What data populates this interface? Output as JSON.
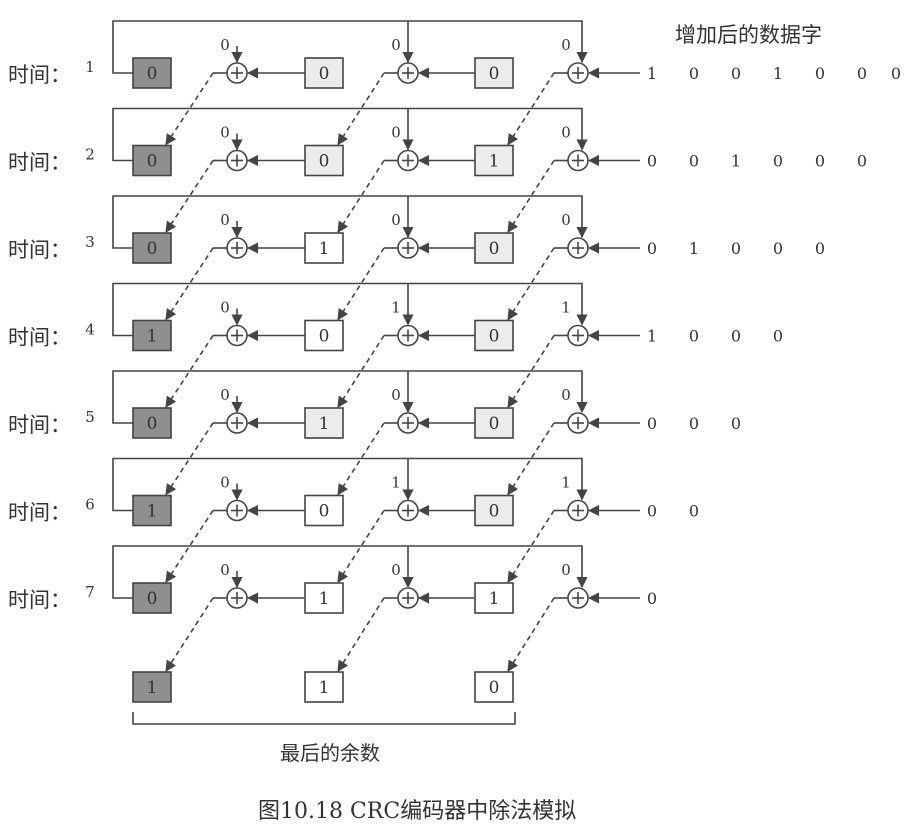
{
  "title_stream": "增加后的数据字",
  "step_label": "时间：",
  "remainder_label": "最后的余数",
  "caption": "图10.18   CRC编码器中除法模拟",
  "colors": {
    "shaded": "#8f8f8f",
    "light": "#ececec",
    "white": "#ffffff",
    "line": "#444444"
  },
  "steps": [
    {
      "num": "1",
      "cells": [
        {
          "v": "0",
          "s": "shaded"
        },
        {
          "v": "0",
          "s": "light"
        },
        {
          "v": "0",
          "s": "light"
        }
      ],
      "feed": [
        "0",
        "0",
        "0"
      ],
      "stream": [
        "1",
        "0",
        "0",
        "1",
        "0",
        "0",
        "0"
      ]
    },
    {
      "num": "2",
      "cells": [
        {
          "v": "0",
          "s": "shaded"
        },
        {
          "v": "0",
          "s": "light"
        },
        {
          "v": "1",
          "s": "light"
        }
      ],
      "feed": [
        "0",
        "0",
        "0"
      ],
      "stream": [
        "0",
        "0",
        "1",
        "0",
        "0",
        "0"
      ]
    },
    {
      "num": "3",
      "cells": [
        {
          "v": "0",
          "s": "shaded"
        },
        {
          "v": "1",
          "s": "white"
        },
        {
          "v": "0",
          "s": "light"
        }
      ],
      "feed": [
        "0",
        "0",
        "0"
      ],
      "stream": [
        "0",
        "1",
        "0",
        "0",
        "0"
      ]
    },
    {
      "num": "4",
      "cells": [
        {
          "v": "1",
          "s": "shaded"
        },
        {
          "v": "0",
          "s": "white"
        },
        {
          "v": "0",
          "s": "light"
        }
      ],
      "feed": [
        "0",
        "1",
        "1"
      ],
      "stream": [
        "1",
        "0",
        "0",
        "0"
      ]
    },
    {
      "num": "5",
      "cells": [
        {
          "v": "0",
          "s": "shaded"
        },
        {
          "v": "1",
          "s": "light"
        },
        {
          "v": "0",
          "s": "light"
        }
      ],
      "feed": [
        "0",
        "0",
        "0"
      ],
      "stream": [
        "0",
        "0",
        "0"
      ]
    },
    {
      "num": "6",
      "cells": [
        {
          "v": "1",
          "s": "shaded"
        },
        {
          "v": "0",
          "s": "white"
        },
        {
          "v": "0",
          "s": "light"
        }
      ],
      "feed": [
        "0",
        "1",
        "1"
      ],
      "stream": [
        "0",
        "0"
      ]
    },
    {
      "num": "7",
      "cells": [
        {
          "v": "0",
          "s": "shaded"
        },
        {
          "v": "1",
          "s": "white"
        },
        {
          "v": "1",
          "s": "white"
        }
      ],
      "feed": [
        "0",
        "0",
        "0"
      ],
      "stream": [
        "0"
      ]
    }
  ],
  "remainder": [
    {
      "v": "1",
      "s": "shaded"
    },
    {
      "v": "1",
      "s": "white"
    },
    {
      "v": "0",
      "s": "white"
    }
  ]
}
